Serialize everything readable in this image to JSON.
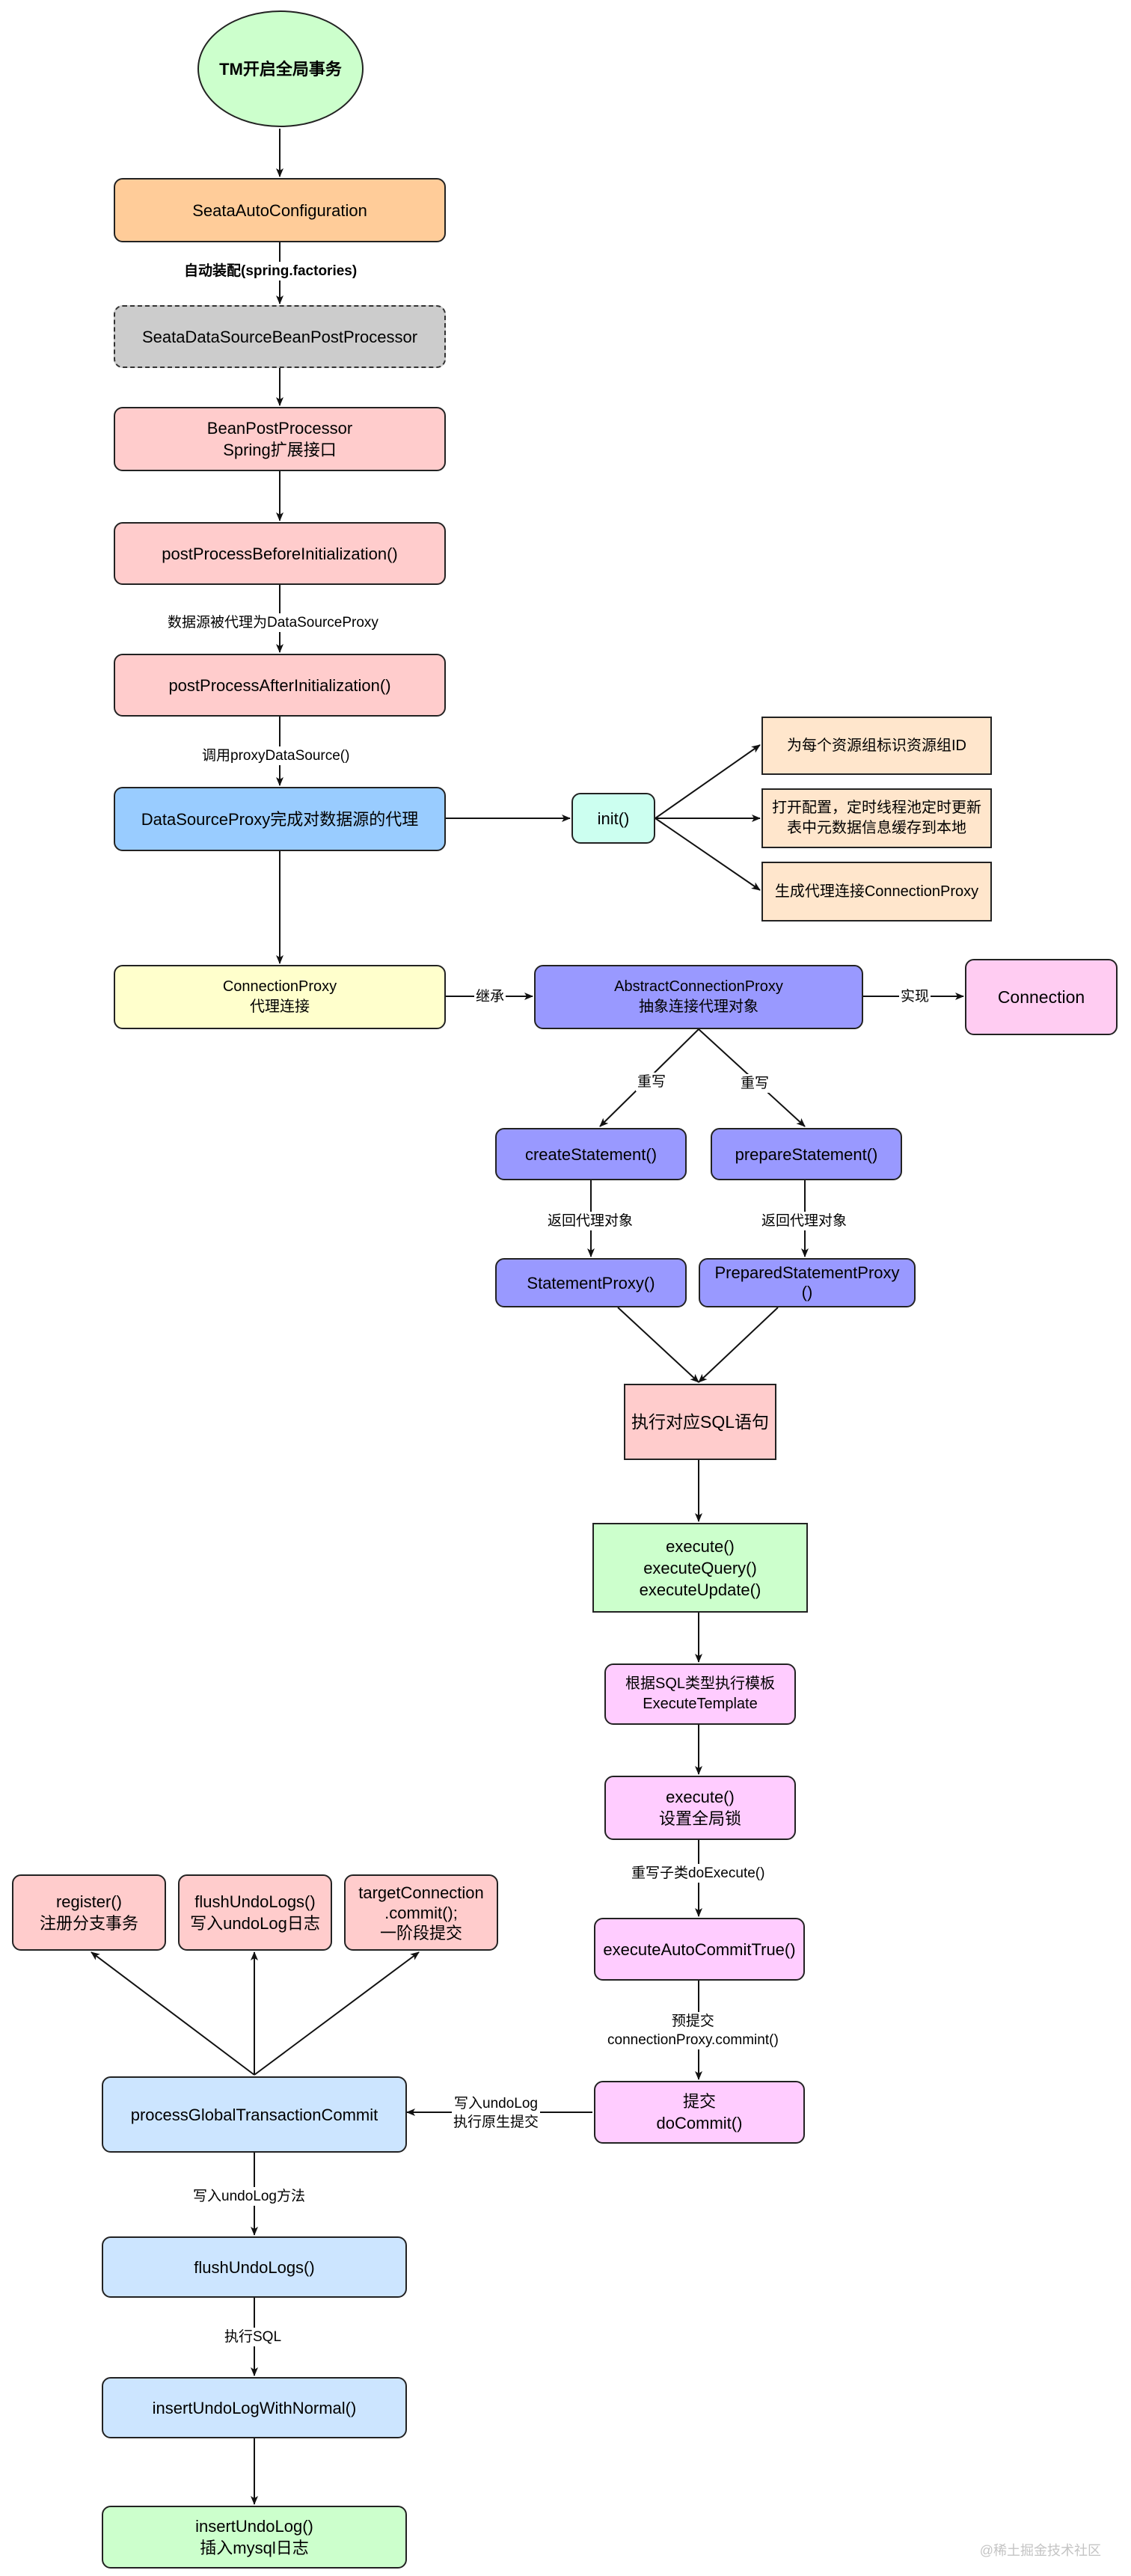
{
  "colors": {
    "green": "#ccffcc",
    "orange": "#ffcc99",
    "gray": "#cccccc",
    "pink": "#ffcccc",
    "blue": "#99ccff",
    "mint": "#ccfff0",
    "peach": "#ffe6cc",
    "yellow": "#ffffcc",
    "violet": "#9999ff",
    "lightpink": "#ffccf2",
    "lightblue": "#cce5ff",
    "magenta": "#ffccff"
  },
  "nodes": {
    "tm_start": "TM开启全局事务",
    "seata_auto_config": "SeataAutoConfiguration",
    "seata_ds_bpp": "SeataDataSourceBeanPostProcessor",
    "bean_post_processor": "BeanPostProcessor\nSpring扩展接口",
    "before_init": "postProcessBeforeInitialization()",
    "after_init": "postProcessAfterInitialization()",
    "ds_proxy": "DataSourceProxy完成对数据源的代理",
    "init": "init()",
    "resource_id": "为每个资源组标识资源组ID",
    "cache_metadata": "打开配置，定时线程池定时更新表中元数据信息缓存到本地",
    "gen_proxy": "生成代理连接ConnectionProxy",
    "connection_proxy": "ConnectionProxy\n代理连接",
    "abstract_conn_proxy": "AbstractConnectionProxy\n抽象连接代理对象",
    "connection": "Connection",
    "create_statement": "createStatement()",
    "prepare_statement": "prepareStatement()",
    "statement_proxy": "StatementProxy()",
    "prepared_statement_proxy": "PreparedStatementProxy\n()",
    "exec_sql": "执行对应SQL语句",
    "execute_methods": "execute()\nexecuteQuery()\nexecuteUpdate()",
    "execute_template": "根据SQL类型执行模板\nExecuteTemplate",
    "execute_global_lock": "execute()\n设置全局锁",
    "execute_auto_commit": "executeAutoCommitTrue()",
    "do_commit": "提交\ndoCommit()",
    "process_global_commit": "processGlobalTransactionCommit",
    "register": "register()\n注册分支事务",
    "flush_undo_logs_top": "flushUndoLogs()\n写入undoLog日志",
    "target_commit": "targetConnection\n.commit();\n一阶段提交",
    "flush_undo_logs": "flushUndoLogs()",
    "insert_undo_normal": "insertUndoLogWithNormal()",
    "insert_undo_log": "insertUndoLog()\n插入mysql日志"
  },
  "edge_labels": {
    "auto_assemble": "自动装配(spring.factories)",
    "ds_proxied": "数据源被代理为DataSourceProxy",
    "call_proxy_ds": "调用proxyDataSource()",
    "inherit": "继承",
    "implement": "实现",
    "override_left": "重写",
    "override_right": "重写",
    "return_proxy_left": "返回代理对象",
    "return_proxy_right": "返回代理对象",
    "override_do_execute": "重写子类doExecute()",
    "pre_commit": "预提交\nconnectionProxy.commint()",
    "write_undo_commit": "写入undoLog\n执行原生提交",
    "write_undo_method": "写入undoLog方法",
    "exec_sql_label": "执行SQL"
  },
  "watermark": "@稀土掘金技术社区"
}
